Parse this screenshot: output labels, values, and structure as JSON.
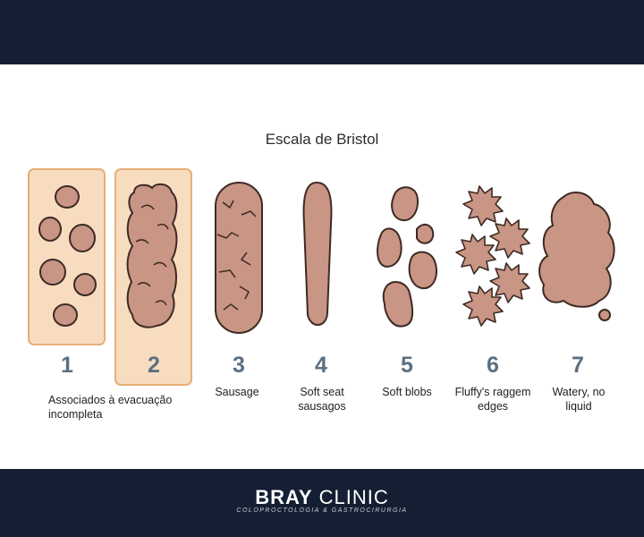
{
  "title": "Escala de Bristol",
  "colors": {
    "header_bg": "#141f33",
    "highlight_fill": "#f8dcc0",
    "highlight_border": "#e8ae78",
    "stool_fill": "#c99584",
    "stool_outline": "#3d2a24",
    "number_color": "#5c6f82"
  },
  "types": [
    {
      "number": "1",
      "label": "Associados à evacuação incompleta",
      "highlighted": true,
      "icon": "separate-hard-lumps-icon"
    },
    {
      "number": "2",
      "label": "",
      "highlighted": true,
      "icon": "lumpy-sausage-icon"
    },
    {
      "number": "3",
      "label": "Sausage",
      "highlighted": false,
      "icon": "cracked-sausage-icon"
    },
    {
      "number": "4",
      "label": "Soft seat sausagos",
      "highlighted": false,
      "icon": "smooth-sausage-icon"
    },
    {
      "number": "5",
      "label": "Soft blobs",
      "highlighted": false,
      "icon": "soft-blobs-icon"
    },
    {
      "number": "6",
      "label": "Fluffy's raggem edges",
      "highlighted": false,
      "icon": "fluffy-ragged-pieces-icon"
    },
    {
      "number": "7",
      "label": "Watery, no liquid",
      "highlighted": false,
      "icon": "watery-puddle-icon"
    }
  ],
  "brand": {
    "name_bold": "BRAY",
    "name_light": "CLINIC",
    "tagline": "COLOPROCTOLOGIA & GASTROCIRURGIA"
  }
}
